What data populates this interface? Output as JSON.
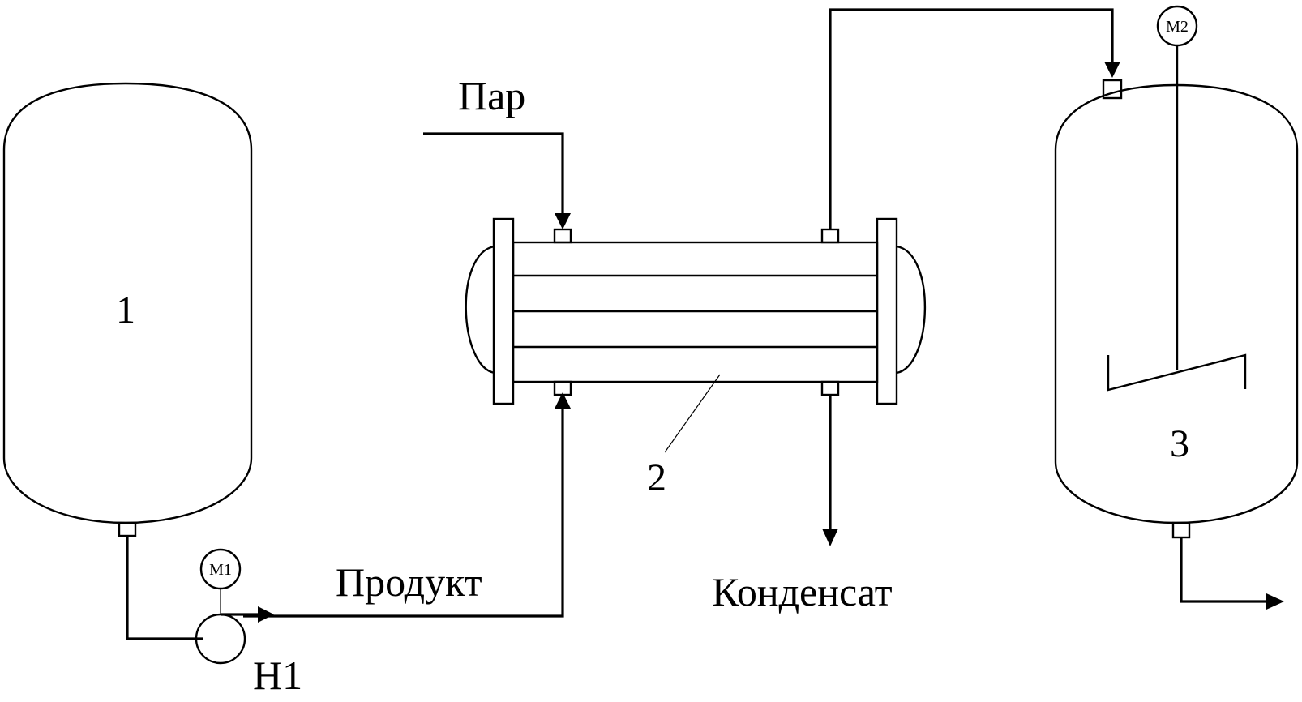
{
  "labels": {
    "vessel_1": "1",
    "heat_exchanger": "2",
    "vessel_3": "3",
    "pump": "Н1",
    "motor_1": "М1",
    "motor_2": "М2",
    "steam": "Пар",
    "product": "Продукт",
    "condensate": "Конденсат"
  },
  "colors": {
    "line": "#000000",
    "background": "#ffffff"
  }
}
